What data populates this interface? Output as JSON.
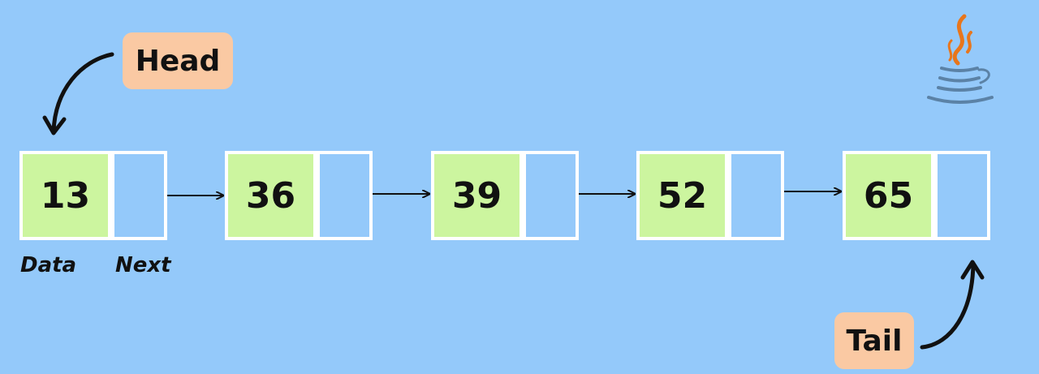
{
  "head_label": "Head",
  "tail_label": "Tail",
  "field_labels": {
    "data": "Data",
    "next": "Next"
  },
  "nodes": [
    "13",
    "36",
    "39",
    "52",
    "65"
  ],
  "colors": {
    "background": "#94c9fa",
    "data_cell": "#ccf59f",
    "border": "#ffffff",
    "tag": "#fac9a3",
    "arrow": "#111111"
  },
  "icons": {
    "logo": "java-coffee-cup-icon"
  }
}
